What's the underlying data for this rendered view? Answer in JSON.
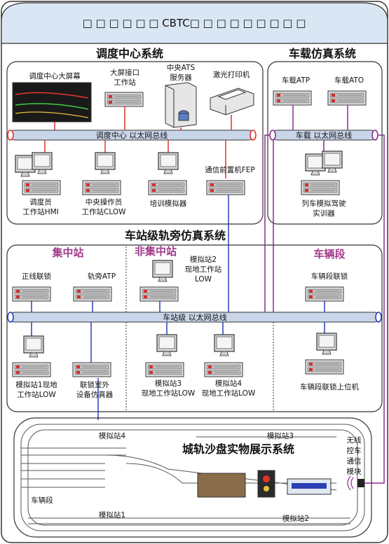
{
  "header": {
    "title": "□ □ □ □ □ □ CBTC□ □ □ □ □ □ □ □ □"
  },
  "sections": {
    "dispatch": "调度中心系统",
    "onboard": "车载仿真系统",
    "station": "车站级轨旁仿真系统",
    "sandtable": "城轨沙盘实物展示系统"
  },
  "zones": {
    "central": "集中站",
    "noncentral": "非集中站",
    "depot": "车辆段"
  },
  "buses": {
    "dispatch": "调度中心 以太网总线",
    "onboard": "车载 以太网总线",
    "station": "车站级 以太网总线"
  },
  "dispatch": {
    "bigscreen": "调度中心大屏幕",
    "screen_ws": [
      "大屏接口",
      "工作站"
    ],
    "ats": [
      "中央ATS",
      "服务器"
    ],
    "printer": "激光打印机",
    "dispatcher_ws": [
      "调度员",
      "工作站HMI"
    ],
    "clow": [
      "中央操作员",
      "工作站CLOW"
    ],
    "trainer": "培训模拟器",
    "fep": "通信前置机FEP"
  },
  "onboard": {
    "atp": "车载ATP",
    "ato": "车载ATO",
    "simulator": [
      "列车模拟驾驶",
      "实训器"
    ]
  },
  "station": {
    "mainline": "正线联锁",
    "wayside_atp": "轨旁ATP",
    "low2": [
      "模拟站2",
      "现地工作站",
      "LOW"
    ],
    "depot_interlock": "车辆段联锁",
    "low1": [
      "模拟站1现地",
      "工作站LOW"
    ],
    "field_sim": [
      "联锁室外",
      "设备仿真器"
    ],
    "low3": [
      "模拟站3",
      "现地工作站LOW"
    ],
    "low4": [
      "模拟站4",
      "现地工作站LOW"
    ],
    "depot_upper": "车辆段联锁上位机"
  },
  "sandtable": {
    "st4": "模拟站4",
    "st3": "模拟站3",
    "st1": "模拟站1",
    "st2": "模拟站2",
    "depot": "车辆段",
    "wireless": [
      "无线",
      "控车",
      "通信",
      "模块"
    ]
  },
  "colors": {
    "header_bg": "#d9e6f3",
    "bus_fill": "#c9d6ea",
    "red_link": "#e0332b",
    "blue_link": "#2a3fb5",
    "purple_link": "#8a2d8f",
    "zone_text": "#a23b8b"
  }
}
